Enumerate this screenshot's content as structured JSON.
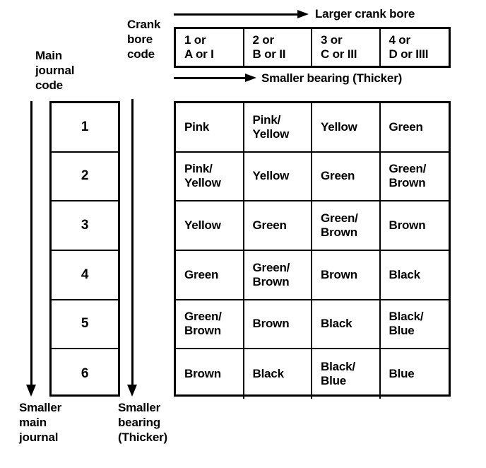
{
  "diagram": {
    "title_hidden": "",
    "axis_labels": {
      "crank_bore_code": "Crank\nbore\ncode",
      "main_journal_code": "Main\njournal\ncode",
      "larger_crank_bore": "Larger crank bore",
      "smaller_bearing_thicker_top": "Smaller bearing (Thicker)",
      "smaller_main_journal": "Smaller\nmain\njournal",
      "smaller_bearing_thicker_bottom": "Smaller\nbearing\n(Thicker)"
    },
    "crank_bore_codes": [
      "1 or\nA or I",
      "2 or\nB or II",
      "3 or\nC or III",
      "4 or\nD or IIII"
    ],
    "main_journal_codes": [
      "1",
      "2",
      "3",
      "4",
      "5",
      "6"
    ],
    "bearing_color_matrix": [
      [
        "Pink",
        "Pink/\nYellow",
        "Yellow",
        "Green"
      ],
      [
        "Pink/\nYellow",
        "Yellow",
        "Green",
        "Green/\nBrown"
      ],
      [
        "Yellow",
        "Green",
        "Green/\nBrown",
        "Brown"
      ],
      [
        "Green",
        "Green/\nBrown",
        "Brown",
        "Black"
      ],
      [
        "Green/\nBrown",
        "Brown",
        "Black",
        "Black/\nBlue"
      ],
      [
        "Brown",
        "Black",
        "Black/\nBlue",
        "Blue"
      ]
    ],
    "colors": {
      "ink": "#000000",
      "paper": "#ffffff"
    }
  }
}
